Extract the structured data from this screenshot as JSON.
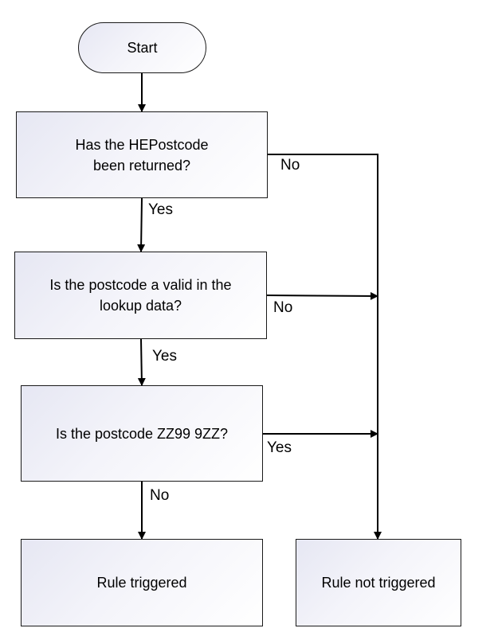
{
  "nodes": {
    "start": "Start",
    "q1": "Has the HEPostcode been returned?",
    "q2": "Is the postcode a valid in the lookup data?",
    "q3": "Is the postcode ZZ99 9ZZ?",
    "triggered": "Rule triggered",
    "not_triggered": "Rule not triggered"
  },
  "edges": {
    "q1_no": "No",
    "q1_yes": "Yes",
    "q2_no": "No",
    "q2_yes": "Yes",
    "q3_yes": "Yes",
    "q3_no": "No"
  },
  "colors": {
    "line": "#000000",
    "fill_start": "#e6e7f3",
    "fill_end": "#ffffff"
  }
}
